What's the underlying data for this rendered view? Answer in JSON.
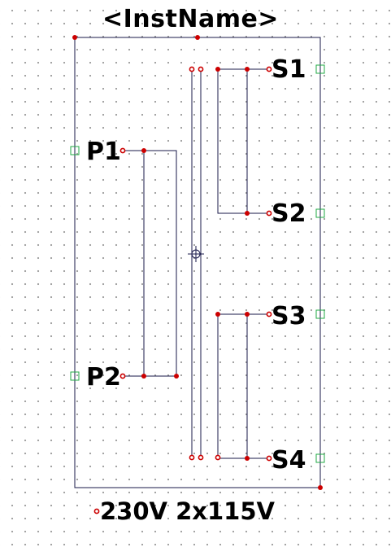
{
  "component": {
    "instance_name": "<InstName>",
    "value": "230V 2x115V"
  },
  "pins": {
    "p1": "P1",
    "p2": "P2",
    "s1": "S1",
    "s2": "S2",
    "s3": "S3",
    "s4": "S4"
  },
  "colors": {
    "wire": "#1a1a4a",
    "junction": "#cc0000",
    "pin_box": "#22aa44",
    "grid_dot": "#9a9a9a",
    "text": "#000000"
  }
}
